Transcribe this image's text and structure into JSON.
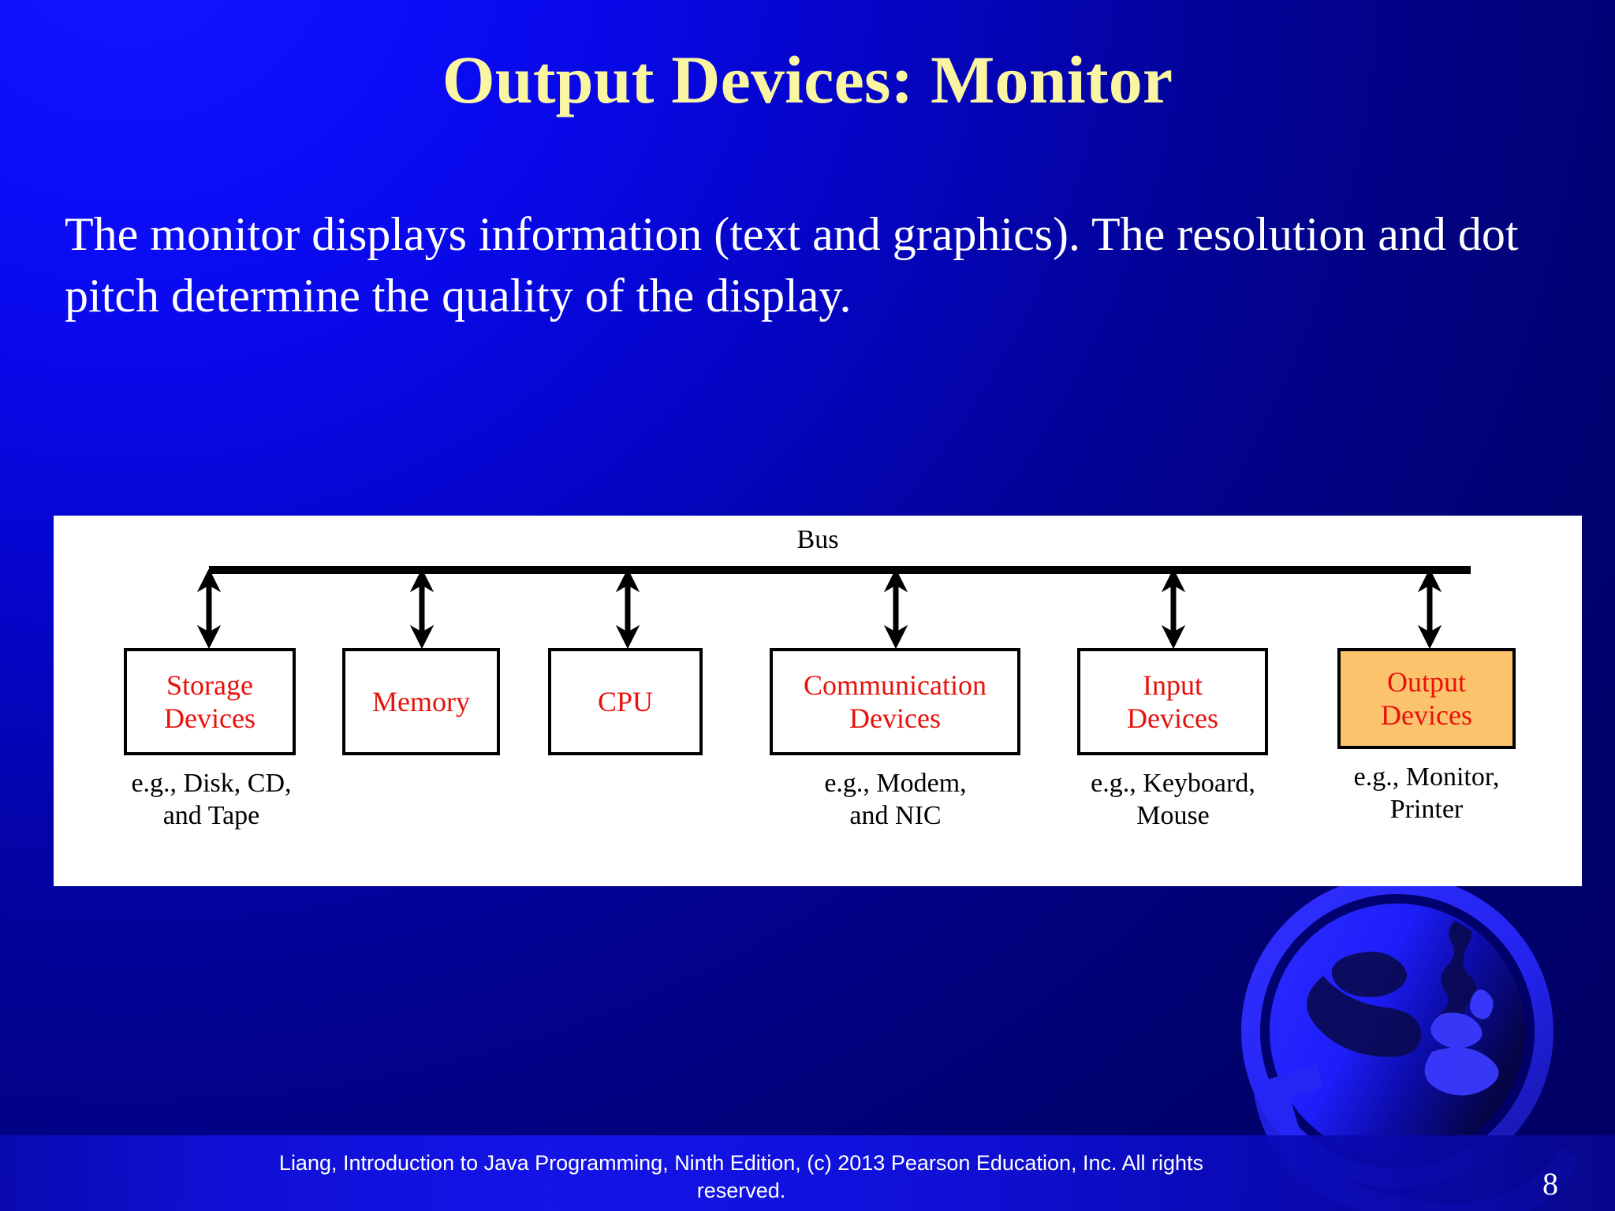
{
  "slide": {
    "title": "Output Devices: Monitor",
    "body_text": "The monitor displays information (text and graphics). The resolution and dot pitch determine the quality of the display.",
    "page_number": "8",
    "footer": "Liang, Introduction to Java Programming, Ninth Edition, (c) 2013 Pearson Education, Inc. All rights reserved.",
    "decoration": "globe-graphic"
  },
  "colors": {
    "background_start": "#1414FF",
    "background_end": "#000064",
    "title_text": "#FAF5A0",
    "body_text": "#FFFFFF",
    "panel_background": "#FFFFFF",
    "box_border": "#000000",
    "box_label": "#E8120C",
    "highlight_fill": "#FBC36B",
    "caption_text": "#000000",
    "footer_text": "#FFFFFF"
  },
  "diagram": {
    "bus_label": "Bus",
    "boxes": [
      {
        "label": "Storage Devices",
        "caption": "e.g., Disk, CD, and Tape",
        "highlighted": false
      },
      {
        "label": "Memory",
        "caption": "",
        "highlighted": false
      },
      {
        "label": "CPU",
        "caption": "",
        "highlighted": false
      },
      {
        "label": "Communication Devices",
        "caption": "e.g., Modem, and NIC",
        "highlighted": false
      },
      {
        "label": "Input Devices",
        "caption": "e.g., Keyboard, Mouse",
        "highlighted": false
      },
      {
        "label": "Output Devices",
        "caption": "e.g., Monitor, Printer",
        "highlighted": true
      }
    ],
    "box_labels_lines": [
      [
        "Storage",
        "Devices"
      ],
      [
        "Memory"
      ],
      [
        "CPU"
      ],
      [
        "Communication",
        "Devices"
      ],
      [
        "Input",
        "Devices"
      ],
      [
        "Output",
        "Devices"
      ]
    ],
    "captions_lines": [
      [
        "e.g., Disk, CD,",
        "and Tape"
      ],
      [],
      [],
      [
        "e.g., Modem,",
        "and NIC"
      ],
      [
        "e.g., Keyboard,",
        "Mouse"
      ],
      [
        "e.g., Monitor,",
        "Printer"
      ]
    ]
  }
}
